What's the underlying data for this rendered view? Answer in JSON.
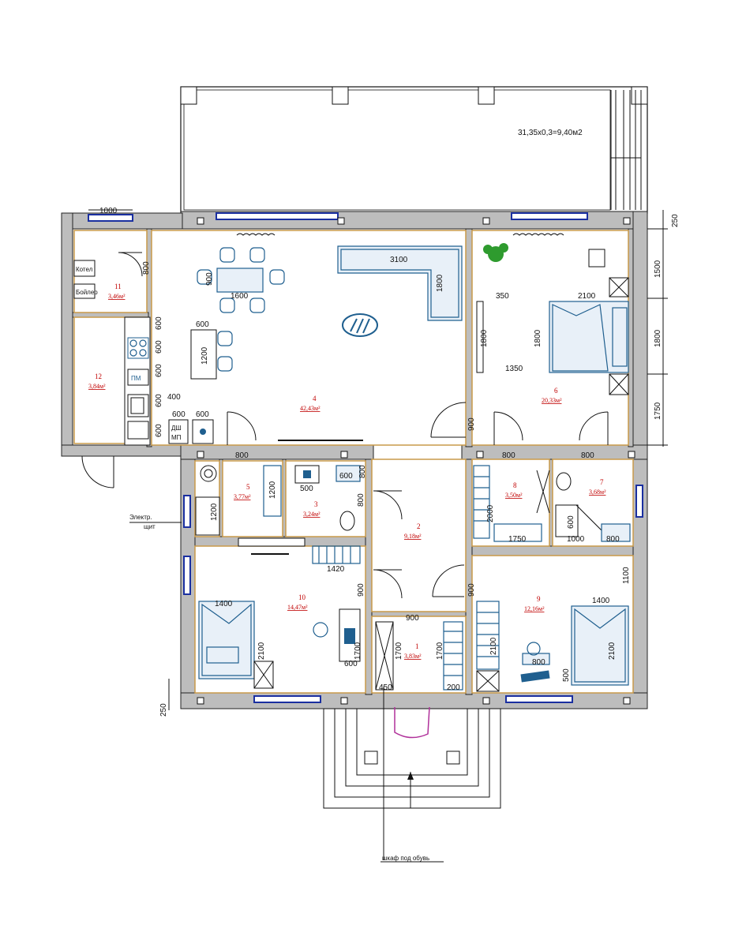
{
  "terrace_area": "31,35х0,3=9,40м2",
  "dimensions": {
    "top_window": "1000",
    "top_right_250": "250",
    "right_1500": "1500",
    "right_1800": "1800",
    "right_1750": "1750",
    "bottom_left_250": "250",
    "sofa_width": "3100",
    "sofa_depth": "1800",
    "dining_table": "1600",
    "dining_900": "900",
    "bar_600": "600",
    "bar_1200": "1200",
    "boiler_800": "800",
    "kitchen_600_a": "600",
    "kitchen_600_b": "600",
    "kitchen_600_c": "600",
    "kitchen_600_d": "600",
    "kitchen_600_e": "600",
    "kitchen_400": "400",
    "kitchen_600_f": "600",
    "kitchen_600_g": "600",
    "bed6_350": "350",
    "bed6_2100": "2100",
    "bed6_1800_a": "1800",
    "bed6_1800_b": "1800",
    "bed6_1350": "1350",
    "door_900_a": "900",
    "door_800_a": "800",
    "door_800_b": "800",
    "door_800_c": "800",
    "r5_1200": "1200",
    "r5_1200_b": "1200",
    "r3_500": "500",
    "r3_600": "600",
    "r3_800": "800",
    "r3_800_b": "800",
    "wardrobe_1420": "1420",
    "r8_2000": "2000",
    "r8_1750": "1750",
    "r7_1000": "1000",
    "r7_800": "800",
    "r7_600": "600",
    "door_900_b": "900",
    "door_900_c": "900",
    "r10_1400": "1400",
    "r10_2100": "2100",
    "r10_1700": "1700",
    "r10_600": "600",
    "r1_900": "900",
    "r1_1700_a": "1700",
    "r1_1700_b": "1700",
    "r1_450": "450",
    "r1_200": "200",
    "r9_1400": "1400",
    "r9_2100_a": "2100",
    "r9_2100_b": "2100",
    "r9_800": "800",
    "r9_500": "500",
    "r9_1100": "1100"
  },
  "rooms": {
    "r11": {
      "num": "11",
      "area": "3,46м²"
    },
    "r12": {
      "num": "12",
      "area": "3,84м²"
    },
    "r4": {
      "num": "4",
      "area": "42,43м²"
    },
    "r6": {
      "num": "6",
      "area": "20,33м²"
    },
    "r5": {
      "num": "5",
      "area": "3,77м²"
    },
    "r3": {
      "num": "3",
      "area": "3,24м²"
    },
    "r2": {
      "num": "2",
      "area": "9,18м²"
    },
    "r8": {
      "num": "8",
      "area": "3,50м²"
    },
    "r7": {
      "num": "7",
      "area": "3,68м²"
    },
    "r10": {
      "num": "10",
      "area": "14,47м²"
    },
    "r1": {
      "num": "1",
      "area": "3,83м²"
    },
    "r9": {
      "num": "9",
      "area": "12,16м²"
    }
  },
  "labels": {
    "kotel": "Котел",
    "boiler": "Бойлер",
    "pm": "ПМ",
    "dsh": "ДШ",
    "mp": "МП",
    "electro_1": "Электр.",
    "electro_2": "щит",
    "shoe_cabinet": "шкаф под обувь"
  },
  "colors": {
    "wall_fill": "#bdbdbd",
    "room_outline": "#c99a4a",
    "furniture": "#1f5f8f",
    "window": "#1a2fa0",
    "room_label": "#c00000",
    "door_entry": "#b0309a",
    "plant": "#2e9b2e"
  }
}
